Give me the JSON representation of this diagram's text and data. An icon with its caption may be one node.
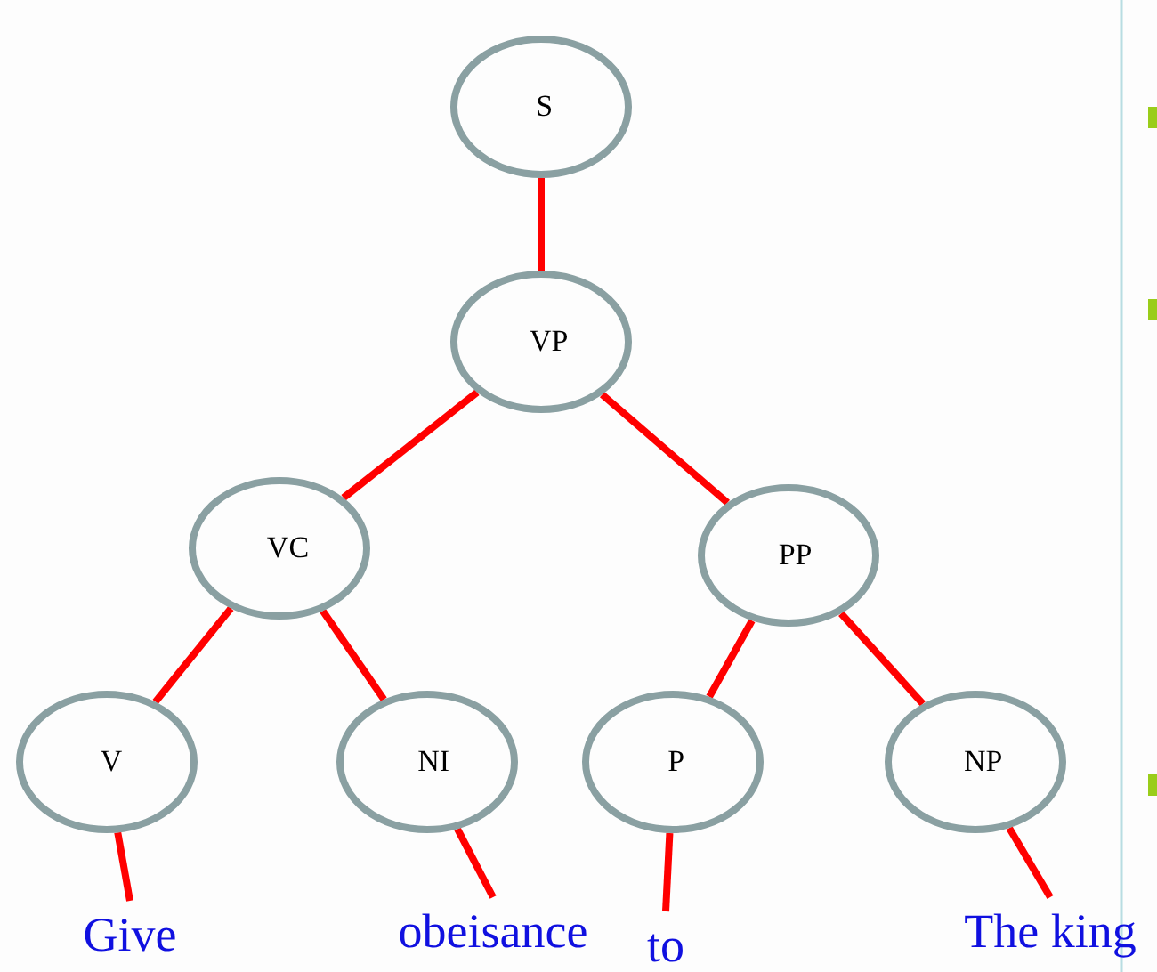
{
  "diagram": {
    "nodes": [
      {
        "text": [
          "S"
        ]
      },
      {
        "text": [
          "VP"
        ]
      },
      {
        "text": [
          "VC"
        ]
      },
      {
        "text": [
          "PP"
        ]
      },
      {
        "text": [
          "V"
        ]
      },
      {
        "text": [
          "NI"
        ]
      },
      {
        "text": [
          "P"
        ]
      },
      {
        "text": [
          "NP"
        ]
      },
      {
        "text": [
          "Give"
        ]
      },
      {
        "text": [
          "obeisance"
        ]
      },
      {
        "text": [
          "to"
        ]
      },
      {
        "text": [
          "The king"
        ]
      }
    ],
    "edges": [
      {
        "from": 0,
        "to": 1,
        "arrow": "none"
      },
      {
        "from": 1,
        "to": 2,
        "arrow": "none"
      },
      {
        "from": 1,
        "to": 3,
        "arrow": "none"
      },
      {
        "from": 2,
        "to": 4,
        "arrow": "none"
      },
      {
        "from": 2,
        "to": 5,
        "arrow": "none"
      },
      {
        "from": 3,
        "to": 6,
        "arrow": "none"
      },
      {
        "from": 3,
        "to": 7,
        "arrow": "none"
      },
      {
        "from": 4,
        "to": 8,
        "arrow": "none"
      },
      {
        "from": 5,
        "to": 9,
        "arrow": "none"
      },
      {
        "from": 6,
        "to": 10,
        "arrow": "none"
      },
      {
        "from": 7,
        "to": 11,
        "arrow": "none"
      }
    ]
  }
}
